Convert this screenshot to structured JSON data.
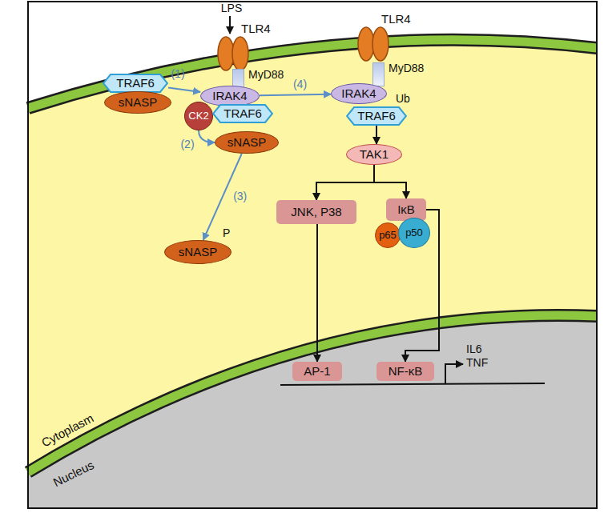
{
  "diagram": {
    "nodes": [
      {
        "text": [
          "TRAF6"
        ]
      },
      {
        "text": [
          "sNASP"
        ]
      },
      {
        "text": [
          "TLR4"
        ]
      },
      {
        "text": [
          "MyD88"
        ]
      },
      {
        "text": [
          "IRAK4"
        ]
      },
      {
        "text": [
          "CK2"
        ]
      },
      {
        "text": [
          "TRAF6"
        ]
      },
      {
        "text": [
          "sNASP"
        ]
      },
      {
        "text": [
          "sNASP",
          "P"
        ]
      },
      {
        "text": [
          "TLR4"
        ]
      },
      {
        "text": [
          "MyD88"
        ]
      },
      {
        "text": [
          "IRAK4"
        ]
      },
      {
        "text": [
          "TRAF6",
          "Ub"
        ]
      },
      {
        "text": [
          "TAK1"
        ]
      },
      {
        "text": [
          "JNK, P38"
        ]
      },
      {
        "text": [
          "IκB"
        ]
      },
      {
        "text": [
          "p65"
        ]
      },
      {
        "text": [
          "p50"
        ]
      },
      {
        "text": [
          "AP-1"
        ]
      },
      {
        "text": [
          "NF-κB"
        ]
      }
    ],
    "edges": [
      {
        "from": 0,
        "to": 4,
        "arrow": "to",
        "label": "(1)"
      },
      {
        "from": 5,
        "to": 7,
        "arrow": "to",
        "label": "(2)"
      },
      {
        "from": 7,
        "to": 8,
        "arrow": "to",
        "label": "(3)"
      },
      {
        "from": 4,
        "to": 11,
        "arrow": "to",
        "label": "(4)"
      },
      {
        "from": 12,
        "to": 13,
        "arrow": "to"
      },
      {
        "from": 13,
        "to": 14,
        "arrow": "to"
      },
      {
        "from": 13,
        "to": 15,
        "arrow": "to"
      },
      {
        "from": 14,
        "to": 18,
        "arrow": "to"
      },
      {
        "from": 15,
        "to": 19,
        "arrow": "to"
      }
    ],
    "labels": [
      "LPS",
      "Cytoplasm",
      "Nucleus",
      "IL6 TNF"
    ]
  }
}
